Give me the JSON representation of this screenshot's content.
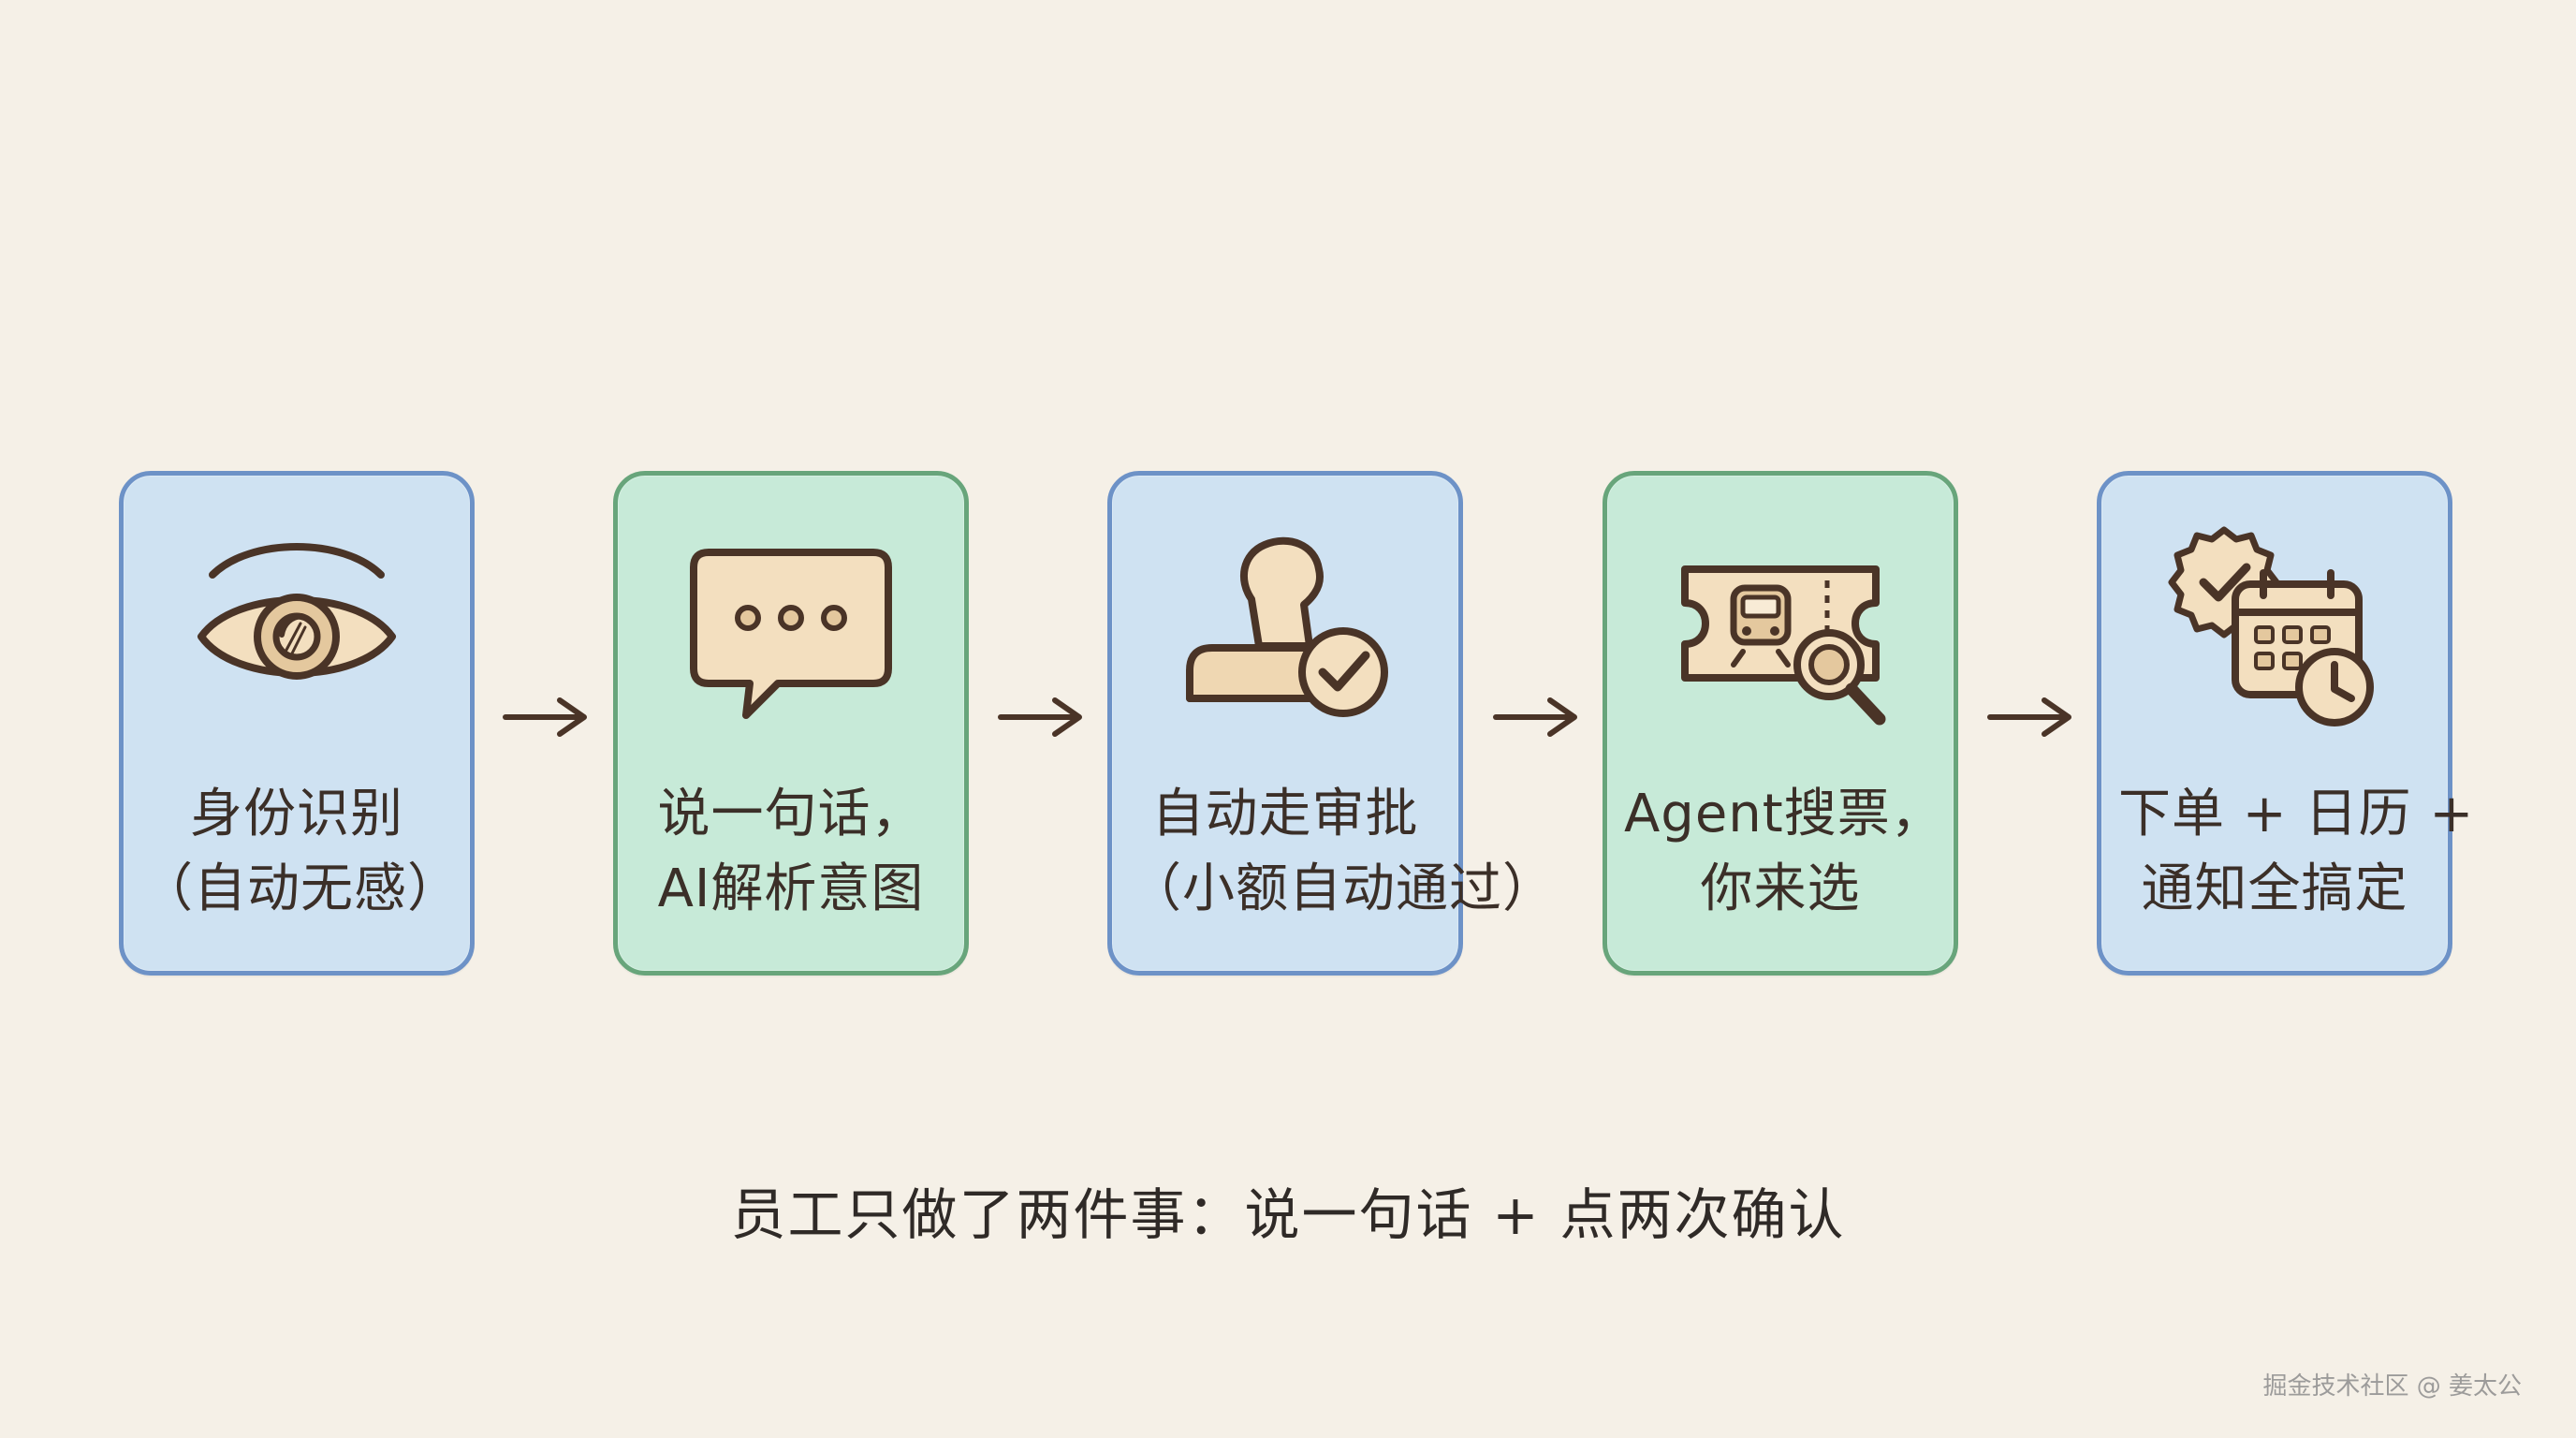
{
  "steps": [
    {
      "line1": "身份识别",
      "line2": "（自动无感）",
      "icon": "eye-icon"
    },
    {
      "line1": "说一句话，",
      "line2": "AI解析意图",
      "icon": "chat-bubble-icon"
    },
    {
      "line1": "自动走审批",
      "line2": "（小额自动通过）",
      "icon": "stamp-check-icon"
    },
    {
      "line1": "Agent搜票，",
      "line2": "你来选",
      "icon": "train-ticket-search-icon"
    },
    {
      "line1": "下单 + 日历 +",
      "line2": "通知全搞定",
      "icon": "calendar-check-clock-icon"
    }
  ],
  "summary": "员工只做了两件事：说一句话 + 点两次确认",
  "watermark": "掘金技术社区 @ 姜太公",
  "colors": {
    "blue_fill": "#cfe2f2",
    "blue_border": "#6d92c7",
    "green_fill": "#c7ead8",
    "green_border": "#68a57b",
    "icon_fill": "#f3dfbf",
    "icon_stroke": "#4a3427",
    "arrow": "#4a3427",
    "background": "#f5f0e7"
  }
}
